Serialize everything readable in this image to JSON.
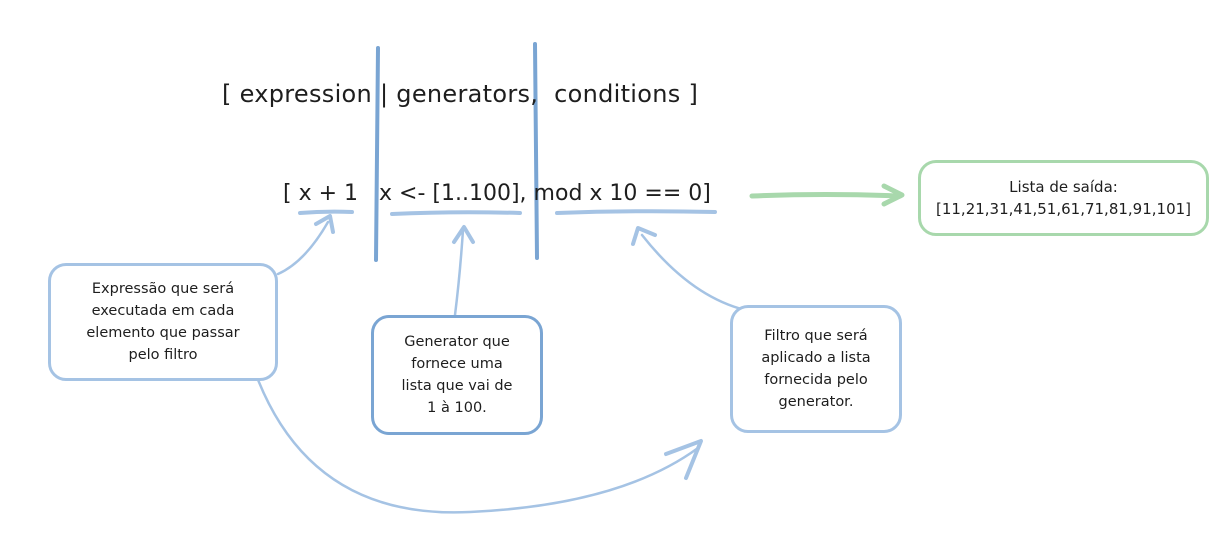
{
  "syntax_line": "[ expression | generators,  conditions ]",
  "example": {
    "open": "[",
    "expression": "x + 1",
    "generator": "x <- [1..100]",
    "separator": ",",
    "condition": "mod x 10 == 0",
    "close": "]"
  },
  "notes": {
    "expression": "Expressão que será\nexecutada em cada\nelemento que passar\npelo filtro",
    "generator": "Generator que\nfornece uma\nlista que vai de\n1 à 100.",
    "filter": "Filtro que será\naplicado a lista\nfornecida pelo\ngenerator.",
    "output": "Lista de saída:\n[11,21,31,41,51,61,71,81,91,101]"
  },
  "colors": {
    "blue": "#a5c3e4",
    "blue_dark": "#7aa5d3",
    "green": "#a8d8ac",
    "ink": "#1e1e1e"
  }
}
